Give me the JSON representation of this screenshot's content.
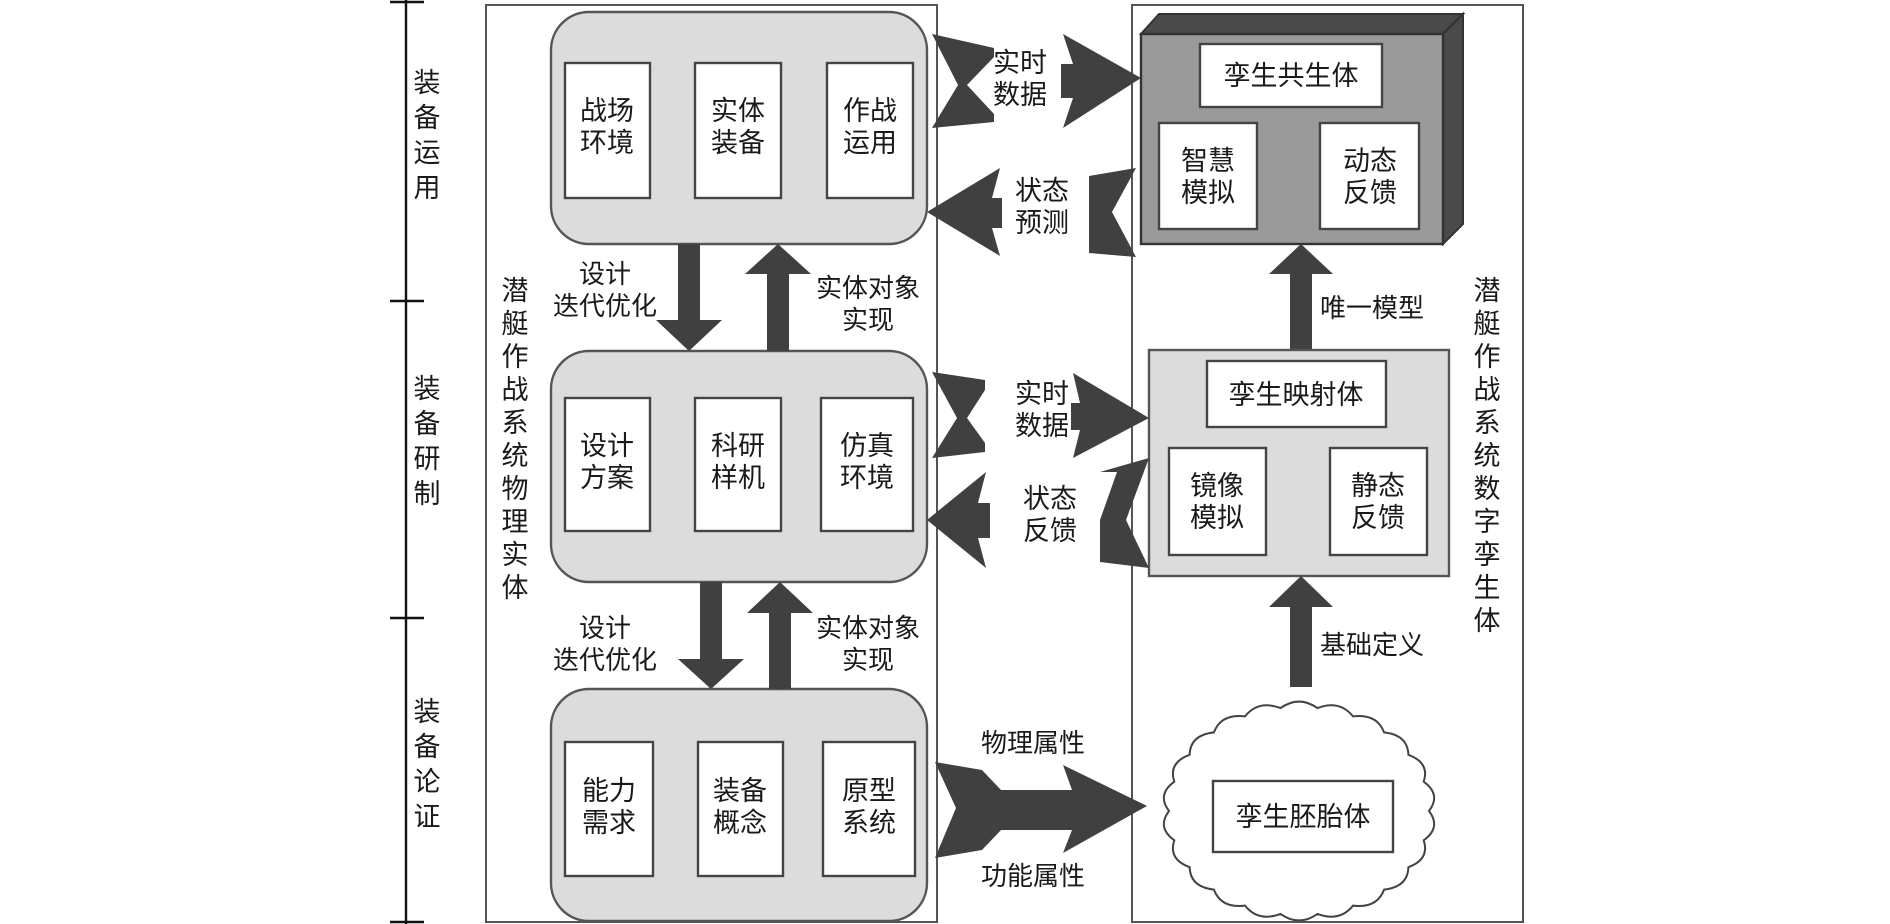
{
  "stages": [
    {
      "label": "装备运用"
    },
    {
      "label": "装备研制"
    },
    {
      "label": "装备论证"
    }
  ],
  "physical": {
    "title": "潜艇作战系统物理实体",
    "levels": [
      {
        "items": [
          "战场\n环境",
          "实体\n装备",
          "作战\n运用"
        ]
      },
      {
        "items": [
          "设计\n方案",
          "科研\n样机",
          "仿真\n环境"
        ]
      },
      {
        "items": [
          "能力\n需求",
          "装备\n概念",
          "原型\n系统"
        ]
      }
    ],
    "vertical_links": [
      {
        "down_label": "设计\n迭代优化",
        "up_label": "实体对象\n实现"
      },
      {
        "down_label": "设计\n迭代优化",
        "up_label": "实体对象\n实现"
      }
    ]
  },
  "digital": {
    "title": "潜艇作战系统数字孪生体",
    "symbiont": {
      "title": "孪生共生体",
      "items": [
        "智慧\n模拟",
        "动态\n反馈"
      ]
    },
    "mapping": {
      "title": "孪生映射体",
      "items": [
        "镜像\n模拟",
        "静态\n反馈"
      ]
    },
    "embryo": {
      "title": "孪生胚胎体"
    },
    "vertical_links": [
      {
        "label": "唯一模型"
      },
      {
        "label": "基础定义"
      }
    ]
  },
  "horizontal_links": [
    {
      "label": "实时\n数据",
      "direction": "right"
    },
    {
      "label": "状态\n预测",
      "direction": "left"
    },
    {
      "label": "实时\n数据",
      "direction": "right"
    },
    {
      "label": "状态\n反馈",
      "direction": "left"
    },
    {
      "label_top": "物理属性",
      "label_bottom": "功能属性",
      "direction": "right"
    }
  ],
  "colors": {
    "rounded_box_fill": "#dcdcdc",
    "cube_front": "#9a9a9a",
    "cube_dark": "#4a4a4a",
    "arrow": "#404040",
    "mapping_fill": "#dcdcdc"
  }
}
